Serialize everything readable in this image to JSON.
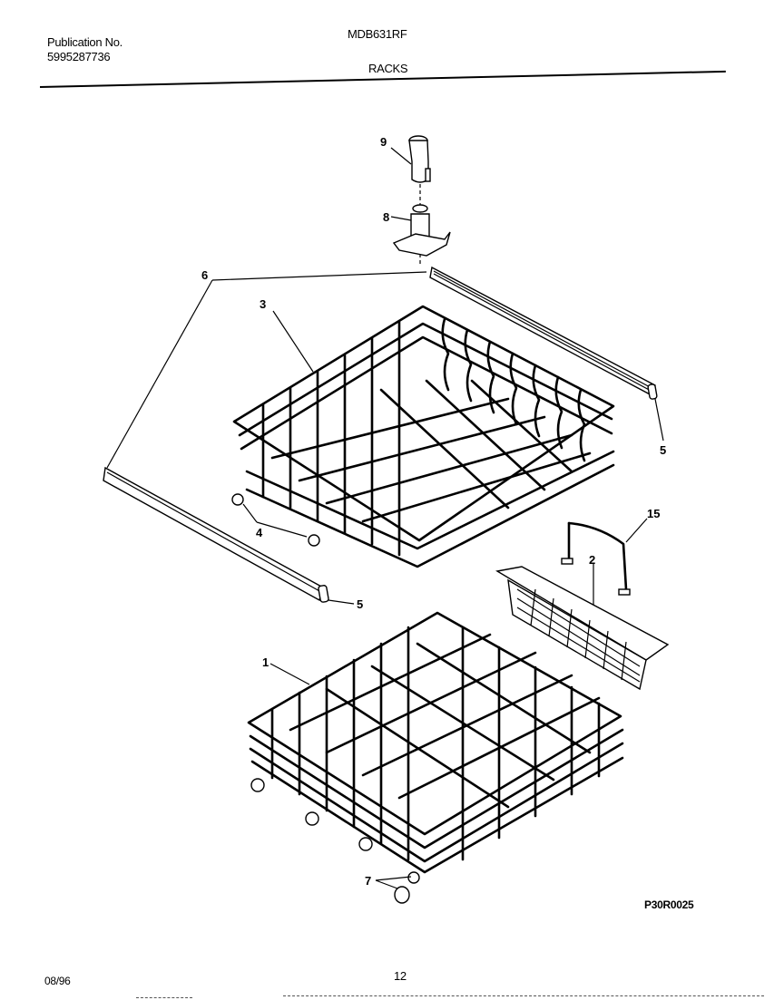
{
  "header": {
    "publication_label": "Publication No.",
    "publication_number": "5995287736",
    "model": "MDB631RF",
    "section_title": "RACKS"
  },
  "diagram": {
    "id": "P30R0025",
    "callouts": [
      {
        "number": "9",
        "part": "upper-rack-spray-nozzle-tube"
      },
      {
        "number": "8",
        "part": "spray-nozzle-mount"
      },
      {
        "number": "6",
        "part": "rack-track-rail"
      },
      {
        "number": "3",
        "part": "upper-rack"
      },
      {
        "number": "5",
        "part": "rail-end-stop"
      },
      {
        "number": "5",
        "part": "rail-end-stop"
      },
      {
        "number": "4",
        "part": "upper-rack-roller"
      },
      {
        "number": "15",
        "part": "basket-handle"
      },
      {
        "number": "2",
        "part": "silverware-basket"
      },
      {
        "number": "1",
        "part": "lower-rack"
      },
      {
        "number": "7",
        "part": "lower-rack-wheel"
      }
    ]
  },
  "footer": {
    "date": "08/96",
    "page_number": "12"
  }
}
